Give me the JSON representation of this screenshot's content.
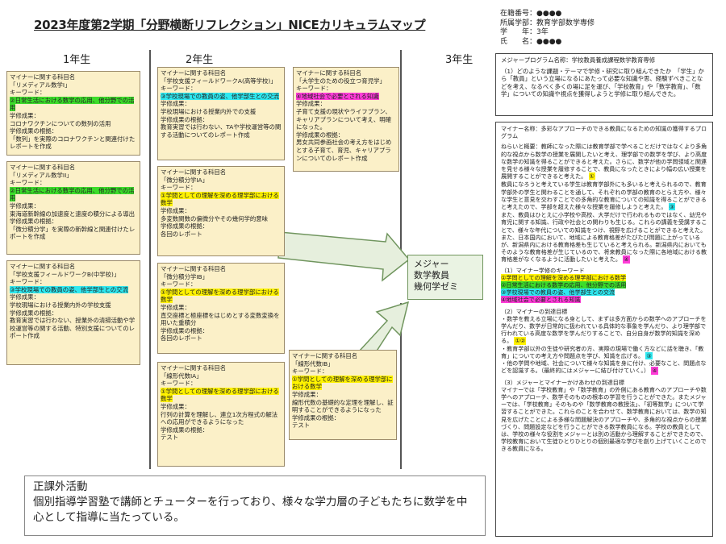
{
  "title": "2023年度第2学期「分野横断リフレクション」NICEカリキュラムマップ",
  "student": {
    "id_label": "在籍番号：●●●●",
    "dept_label": "所属学部：教育学部数学専修",
    "year_label": "学　　年：3年",
    "name_label": "氏　　名：●●●●"
  },
  "years": [
    "1年生",
    "2年生",
    "3年生"
  ],
  "cards": [
    {
      "header": "マイナーに関する科目名",
      "course": "「リメディアル数学I」",
      "kw_label": "キーワード：",
      "keyword": "②日常生活における数学の応用、他分野での活用",
      "kw_color": "green",
      "result_label": "学修成果：",
      "result": "コロナワクチンについての数列の活用",
      "basis_label": "学修成果の根拠：",
      "basis": "「数列」を実際のコロナワクチンと関連付けたレポートを作成"
    },
    {
      "header": "マイナーに関する科目名",
      "course": "「リメディアル数学II」",
      "kw_label": "キーワード：",
      "keyword": "②日常生活における数学の応用、他分野での活用",
      "kw_color": "green",
      "result_label": "学修成果：",
      "result": "東海道新幹線の加速度と速度の積分による導出",
      "basis_label": "学修成果の根拠：",
      "basis": "「微分積分学」を実際の新幹線と関連付けたレポートを作成"
    },
    {
      "header": "マイナーに関する科目名",
      "course": "「学校支援フィールドワークB(中学校)」",
      "kw_label": "キーワード：",
      "keyword": "③学校現場での教員の姿、他学部生との交流",
      "kw_color": "cyan",
      "result_label": "学修成果：",
      "result": "学校現場における授業内外の学校支援",
      "basis_label": "学修成果の根拠：",
      "basis": "教育実習では行わない、授業外の清掃活動や学校運営等の関する活動、特別支援についてのレポート作成"
    },
    {
      "header": "マイナーに関する科目名",
      "course": "「学校支援フィールドワークA(高等学校)」",
      "kw_label": "キーワード：",
      "keyword": "③学校現場での教員の姿、他学部生との交流",
      "kw_color": "cyan",
      "result_label": "学修成果：",
      "result": "学校現場における授業内外での支援",
      "basis_label": "学修成果の根拠：",
      "basis": "教育実習では行わない、TAや学校運営等の関する活動についてのレポート作成"
    },
    {
      "header": "マイナーに関する科目名",
      "course": "「微分積分学IA」",
      "kw_label": "キーワード：",
      "keyword": "①学問としての理解を深める理学部における数学",
      "kw_color": "yellow",
      "result_label": "学修成果：",
      "result": "多変数関数の偏微分やその幾何学的意味",
      "basis_label": "学修成果の根拠：",
      "basis": "各回のレポート"
    },
    {
      "header": "マイナーに関する科目名",
      "course": "「微分積分学IB」",
      "kw_label": "キーワード：",
      "keyword": "①学問としての理解を深める理学部における数学",
      "kw_color": "yellow",
      "result_label": "学修成果：",
      "result": "直交座標と極座標をはじめとする変数変換を用いた重積分",
      "basis_label": "学修成果の根拠：",
      "basis": "各回のレポート"
    },
    {
      "header": "マイナーに関する科目名",
      "course": "「線形代数IA」",
      "kw_label": "キーワード：",
      "keyword": "①学問としての理解を深める理学部における数学",
      "kw_color": "yellow",
      "result_label": "学修成果：",
      "result": "行列の計算を理解し、連立1次方程式の解法への応用ができるようになった",
      "basis_label": "学修成果の根拠：",
      "basis": "テスト"
    },
    {
      "header": "マイナーに関する科目名",
      "course": "「大学生のための役立つ育児学」",
      "kw_label": "キーワード：",
      "keyword": "④地域社会で必要とされる知識",
      "kw_color": "pink",
      "result_label": "学修成果：",
      "result": "子育て支援の現状やライフプラン、キャリアプランについて考え、明確になった。",
      "basis_label": "学修成果の根拠：",
      "basis": "男女共同参画社会の考え方をはじめとする子育て、育児、キャリアプランについてのレポート作成"
    },
    {
      "header": "マイナーに関する科目名",
      "course": "「線形代数IB」",
      "kw_label": "キーワード：",
      "keyword": "①学問としての理解を深める理学部における数学",
      "kw_color": "yellow",
      "result_label": "学修成果：",
      "result": "線形代数の基礎的な定理を理解し、証明することができるようになった",
      "basis_label": "学修成果の根拠：",
      "basis": "テスト"
    }
  ],
  "goal": {
    "line1": "メジャー",
    "line2": "数学教員",
    "line3": "幾何学ゼミ"
  },
  "extracurricular": {
    "heading": "正課外活動",
    "body": "個別指導学習塾で講師とチューターを行っており、様々な学力層の子どもたちに数学を中心として指導に当たっている。"
  },
  "major_program": {
    "name_line": "メジャープログラム名称：学校教員養成課程数学教育専修",
    "body": "（1）どのような課題・テーマで学修・研究に取り組んできたか　「学生」から「教員」という立場になるにあたって必要な知識や思、経験ずべきことなどを考え、なるべく多くの場に足を運び、「学校教育」や「数学教育」、「数学」についての知識や視点を獲得しようと学修に取り組んできた。"
  },
  "minor_program": {
    "name_line": "マイナー名称：多彩なアプローチのできる教員になるための知識の獲得するプログラム",
    "overview": "ねらいと概要：教師になった際には教育学部で学べることだけではなくより多角的な視点から数学の授業を展開したいと考え、理学部での数学を学び、より高度な数学の知識を得ることができると考えた。さらに、数学が他の学問領域と関連を見せる様々な授業を履修することで、教員になったときにより幅の広い授業を展開することができると考えた。",
    "overview_mark": "①",
    "overview2": "教員になろうと考えている学生は教育学部外にも多いると考えられるので、教育学部外の学生と関わることを通して、それぞれの学部の教育のとらえ方や、様々な学生と意見を交わすことでの多角的な教育についての知識を得ることができると考えたので、学部を超えた様々な授業を履修しようと考えた。",
    "overview2_mark": "③",
    "overview3": "また、教員はひとえに小学校や高校、大学だけで行われるものではなく、幼児や育児に関する知識、行政や社会との関わりも生じる。これらの講義を受講することで、様々な年代についての知識をつけ、視野を広げることができると考えた。また、日本国内において、地域による教育格差がたびたび問題に上がっているが、新潟県内における教育格差も生じていると考えられる。新潟県内においてもそのような教育格差が生じているので、将来教員になった際に各地域における教育格差がなくなるように活動したいと考えた。",
    "overview3_mark": "④",
    "kw_heading": "（1）マイナー学修のキーワード",
    "kw1": "①学問としての理解を深める理学部における数学",
    "kw2": "②日常生活における数学の応用、他分野での活用",
    "kw3": "③学校現場での教員の姿、他学部生との交流",
    "kw4": "④地域社会で必要とされる知識",
    "goal_heading": "（2）マイナーの到達目標",
    "goal_a": "・数学を教える立場になる身として、まずは多方面からの数学へのアプローチを学んだり、数学が日常的に扱われている具体的な事象を学んだり、より理学部で行われている高度な数学を学んだりすることで、自分自身が数学的知識を深める。",
    "goal_a_marks": "①②",
    "goal_b": "・教育学部以外の生徒や研究者の方、実際の現場で働く方などに話を聴き、「教育」についての考え方や問題点を学び、知識を広げる。",
    "goal_b_mark": "③",
    "goal_c": "・他の学問や地域、社会について様々な知識を身に付け、必要なこと、問題点などを認識する。（最終的にはメジャーに結び付けていく。）",
    "goal_c_mark": "④",
    "combine_heading": "（3）メジャーとマイナーかけあわせの到達目標",
    "combine": "マイナーでは「学校教育」や「数学教育」の外側にある教育へのアプローチや数学へのアプローチ、数学そのものの根本の学習を行うことができた。またメジャーでは、「学校教育」そのものや「数学教育の教授法」、「初等数学」について学習することができた。これらのことを合わせて、数学教育においては、数学の知見を広げたことによる多様な問題解決のアプローチや、多角的な視点からの授業づくり、問題設定などを行うことができる数学教員になる。学校の教員としては、学校の様々な役割をメジャーとは別の活動から理解することができたので、学校教育において生徒ひとりひとりの個別最適な学びを創り上げていくことのできる教員になる。"
  },
  "colors": {
    "card_fill": "#fbf0c8",
    "goal_fill": "#eaf3e3",
    "kw_green": "#3cdc2a",
    "kw_yellow": "#fff200",
    "kw_cyan": "#2ee8f0",
    "kw_pink": "#ff3cd8"
  },
  "icons": {
    "arrow1": "block-arrow-right",
    "arrow2": "block-arrow-up-right"
  }
}
